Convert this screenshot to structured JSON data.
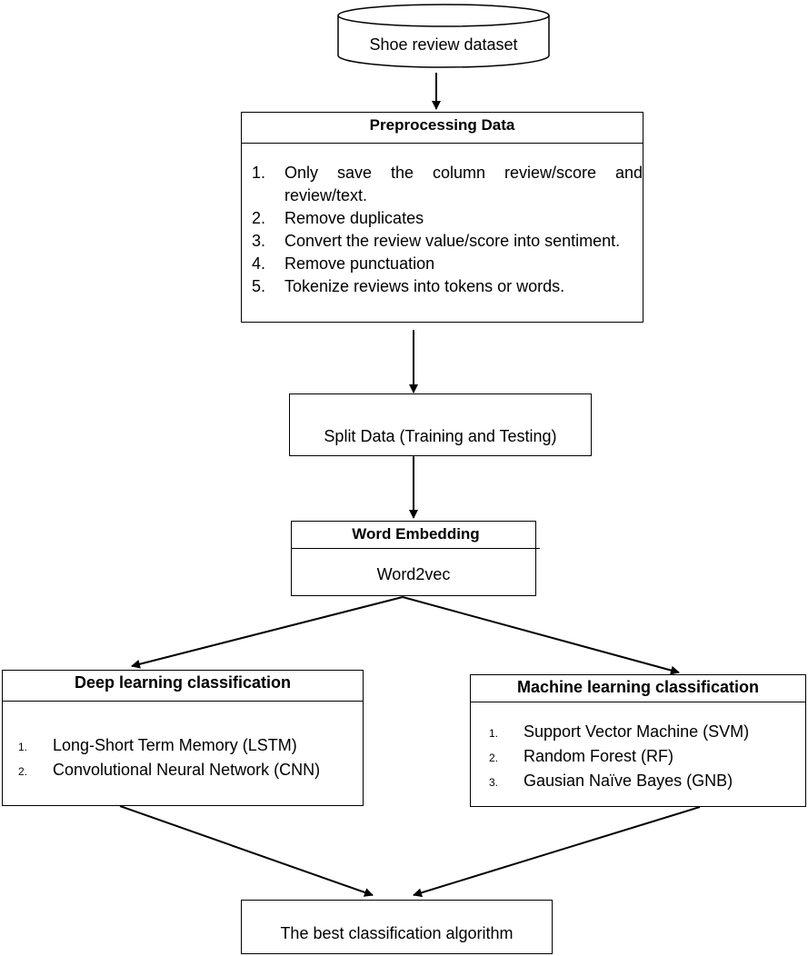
{
  "dataset": {
    "label": "Shoe review dataset"
  },
  "preprocessing": {
    "title": "Preprocessing Data",
    "steps": [
      {
        "num": "1.",
        "text": "Only save the column review/score and review/text."
      },
      {
        "num": "2.",
        "text": "Remove duplicates"
      },
      {
        "num": "3.",
        "text": "Convert the review value/score into sentiment."
      },
      {
        "num": "4.",
        "text": "Remove punctuation"
      },
      {
        "num": "5.",
        "text": "Tokenize reviews into tokens or words."
      }
    ]
  },
  "split": {
    "label": "Split Data (Training and Testing)"
  },
  "embedding": {
    "title": "Word Embedding",
    "method": "Word2vec"
  },
  "deep_learning": {
    "title": "Deep learning classification",
    "items": [
      {
        "num": "1.",
        "text": "Long-Short Term Memory (LSTM)"
      },
      {
        "num": "2.",
        "text": "Convolutional Neural Network (CNN)"
      }
    ]
  },
  "machine_learning": {
    "title": "Machine learning classification",
    "items": [
      {
        "num": "1.",
        "text": "Support Vector Machine (SVM)"
      },
      {
        "num": "2.",
        "text": "Random Forest (RF)"
      },
      {
        "num": "3.",
        "text": "Gausian Naïve Bayes (GNB)"
      }
    ]
  },
  "result": {
    "label": "The best classification algorithm"
  }
}
